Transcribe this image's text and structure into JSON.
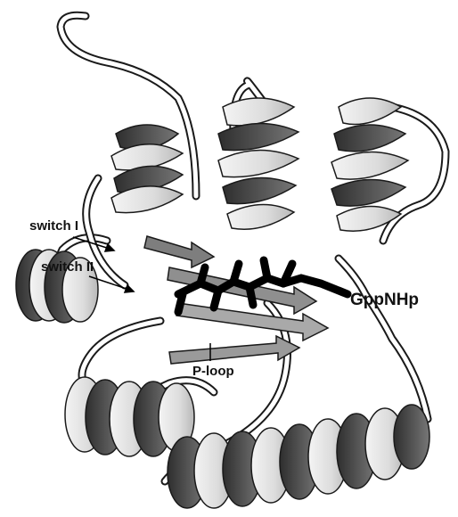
{
  "labels": {
    "switch_one": "switch I",
    "switch_two": "switch II",
    "ligand": "GppNHp",
    "ploop": "P-loop"
  },
  "colors": {
    "helix_light": "#e6e6e6",
    "helix_dark": "#4a4a4a",
    "strand": "#9a9a9a",
    "ligand": "#000000",
    "outline": "#1a1a1a"
  }
}
